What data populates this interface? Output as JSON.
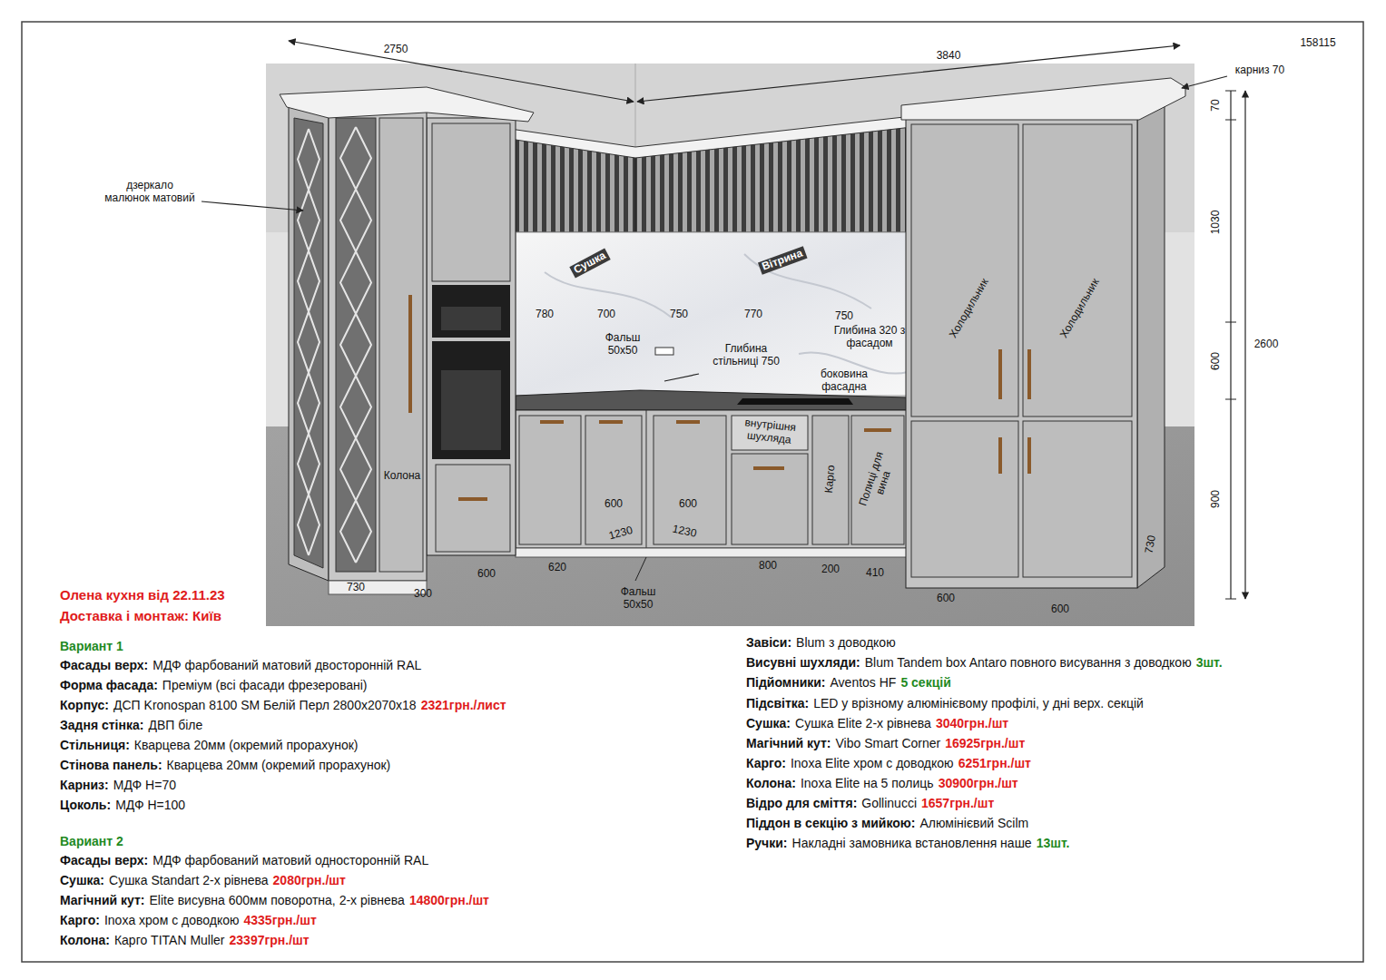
{
  "diagram": {
    "title": "Олена кухня від 22.11.23",
    "labels": [
      "158115",
      "2750",
      "3840",
      "карниз 70",
      "дзеркало малюнок матовий",
      "Сушка",
      "Вітрина",
      "780",
      "700",
      "750",
      "770",
      "750",
      "Фальш 50х50",
      "Глибина стільниці 750",
      "Глибина 320 з фасадом",
      "боковина фасадна",
      "внутрішня шухляда",
      "Колона",
      "Карго",
      "Полиці для вина",
      "Холодильник",
      "Холодильник",
      "600",
      "600",
      "620",
      "1230",
      "1230",
      "800",
      "200",
      "410",
      "600",
      "600",
      "730",
      "730",
      "600",
      "300",
      "Фальш 50х50",
      "70",
      "1030",
      "600",
      "900",
      "2600",
      "Доставка і монтаж: Київ",
      "Вариант 1",
      "Фасады верх:",
      "МДФ фарбований матовий двосторонній RAL",
      "Форма фасада:",
      "Преміум (всі фасади фрезеровані)",
      "Корпус:",
      "ДСП Kronospan 8100 SM Белій Перл 2800х2070х18",
      "2321грн./лист",
      "Задня стінка:",
      "ДВП біле",
      "Стільниця:",
      "Кварцева 20мм (окремий прорахунок)",
      "Стінова панель:",
      "Кварцева 20мм (окремий прорахунок)",
      "Карниз:",
      "МДФ Н=70",
      "Цоколь:",
      "МДФ Н=100",
      "Вариант 2",
      "Фасады верх:",
      "МДФ фарбований матовий односторонній RAL",
      "Сушка:",
      "Сушка Standart 2-х рівнева",
      "2080грн./шт",
      "Магічний кут:",
      "Elite висувна 600мм поворотна, 2-х рівнева",
      "14800грн./шт",
      "Карго:",
      "Inoxa хром с доводкою",
      "4335грн./шт",
      "Колона:",
      "Карго TITAN Muller",
      "23397грн./шт",
      "Завіси:",
      "Blum з доводкою",
      "Висувні шухляди:",
      "Blum Tandem box Antaro повного висування з доводкою",
      "3шт.",
      "Підйомники:",
      "Aventos HF",
      "5 секцій",
      "Підсвітка:",
      "LED у врізному алюмінієвому профілі, у дні верх. секцій",
      "Сушка:",
      "Сушка Elite 2-х рівнева",
      "3040грн./шт",
      "Магічний кут:",
      "Vibo Smart Corner",
      "16925грн./шт",
      "Карго:",
      "Inoxa Elite хром с доводкою",
      "6251грн./шт",
      "Колона:",
      "Inoxa Elite на 5 полиць",
      "30900грн./шт",
      "Відро для сміття:",
      "Gollinucci",
      "1657грн./шт",
      "Піддон в секцію з мийкою:",
      "Алюмінієвий Scilm",
      "Ручки:",
      "Накладні замовника встановлення наше",
      "13шт."
    ]
  }
}
